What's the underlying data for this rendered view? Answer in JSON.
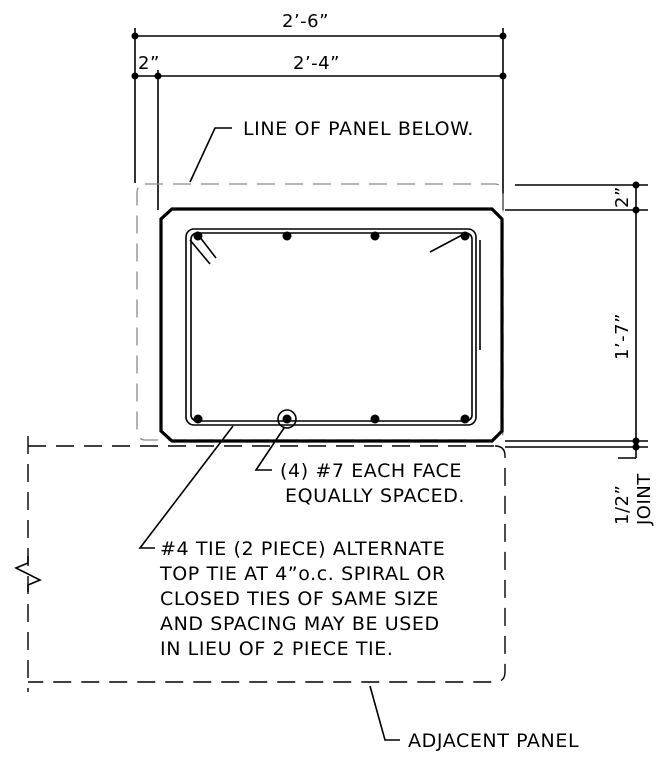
{
  "dimensions": {
    "overall_width": "2’-6”",
    "offset": "2”",
    "panel_width": "2’-4”",
    "top_offset": "2”",
    "panel_height": "1’-7”",
    "joint_size": "1/2”",
    "joint_label": "JOINT"
  },
  "notes": {
    "line_of_panel_below": "LINE OF PANEL BELOW.",
    "bars_line1": "(4) #7 EACH FACE",
    "bars_line2": "EQUALLY SPACED.",
    "tie_line1": "#4 TIE (2 PIECE) ALTERNATE",
    "tie_line2": "TOP TIE AT 4”o.c. SPIRAL OR",
    "tie_line3": "CLOSED TIES OF SAME SIZE",
    "tie_line4": "AND SPACING MAY BE USED",
    "tie_line5": "IN LIEU OF 2 PIECE TIE.",
    "adjacent_panel": "ADJACENT PANEL"
  }
}
